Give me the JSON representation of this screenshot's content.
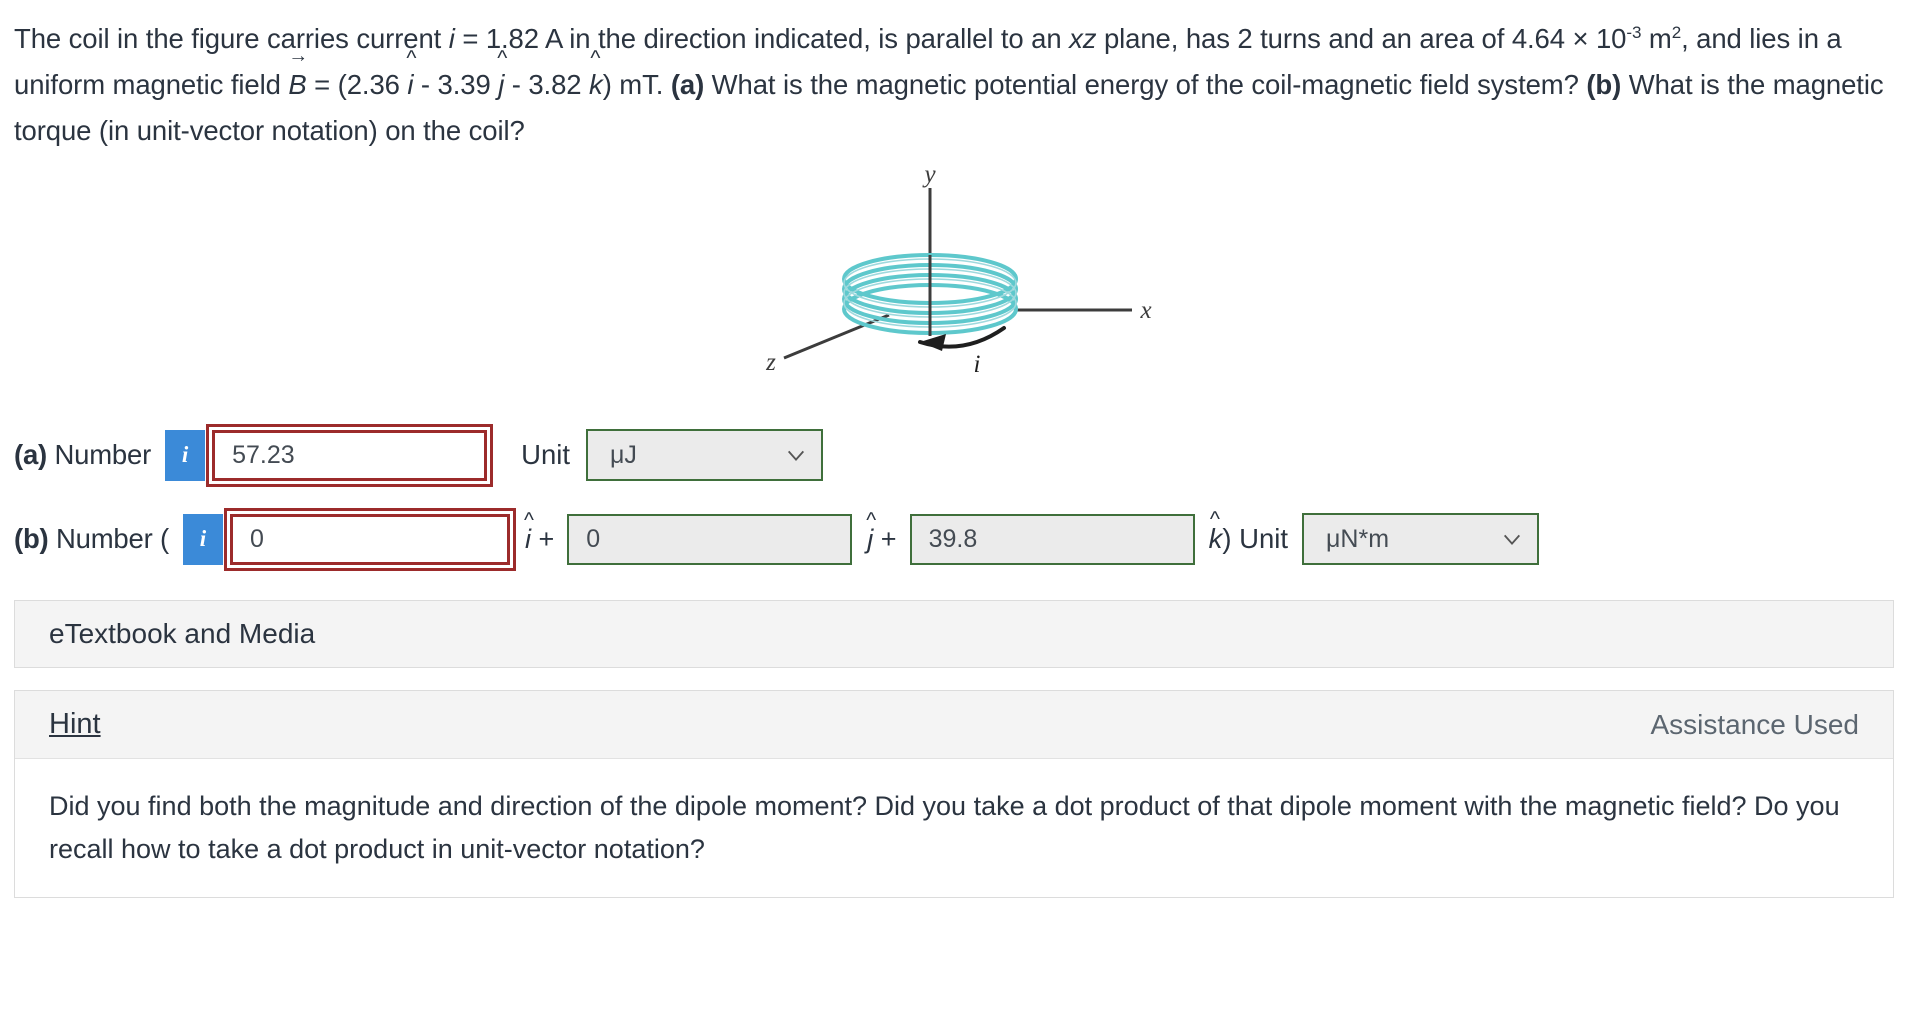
{
  "problem": {
    "segments": [
      "The coil in the figure carries current ",
      "i",
      " = 1.82 A in the direction indicated, is parallel to an ",
      "xz",
      " plane, has 2 turns and an area of 4.64 × 10",
      "-3",
      " m",
      "2",
      ", and lies in a uniform magnetic field ",
      "B",
      " = (2.36 ",
      "i",
      " - 3.39 ",
      "j",
      " - 3.82 ",
      "k",
      ") mT. ",
      "(a)",
      " What is the magnetic potential energy of the coil-magnetic field system? ",
      "(b)",
      " What is the magnetic torque (in unit-vector notation) on the coil?"
    ],
    "current_symbol": "i",
    "current_value": "1.82 A",
    "plane": "xz",
    "turns": "2",
    "area": "4.64 × 10-3 m2",
    "field_components": [
      "2.36",
      "-3.39",
      "-3.82"
    ],
    "field_unit": "mT"
  },
  "figure": {
    "name": "current-carrying-coil-diagram",
    "axis_labels": {
      "y": "y",
      "x": "x",
      "z": "z"
    },
    "current_label": "i",
    "coil_color": "#5ec8cc",
    "axis_color": "#3c3c3c",
    "turns_drawn": 4
  },
  "answers": {
    "a": {
      "label_prefix": "(a)",
      "label_text": " Number",
      "info_icon": "i",
      "value": "57.23",
      "unit_label": "Unit",
      "unit_value": "μJ"
    },
    "b": {
      "label_prefix": "(b)",
      "label_text": " Number (",
      "info_icon": "i",
      "i_value": "0",
      "i_symbol": "i",
      "plus1": "+",
      "j_value": "0",
      "j_symbol": "j",
      "plus2": "+",
      "k_value": "39.8",
      "k_symbol": "k",
      "closing": ")",
      "unit_label": "Unit",
      "unit_value": "μN*m"
    }
  },
  "panels": {
    "etextbook": "eTextbook and Media",
    "hint_link": "Hint",
    "assistance": "Assistance Used",
    "hint_body": "Did you find both the magnitude and direction of the dipole moment? Did you take a dot product of that dipole moment with the magnetic field? Do you recall how to take a dot product in unit-vector notation?"
  },
  "colors": {
    "accent_blue": "#3b8ad8",
    "error_red": "#9c2b2b",
    "valid_green": "#3f6f3b",
    "coil_teal": "#5ec8cc",
    "text": "#2b3440",
    "panel_bg": "#f4f4f4"
  }
}
